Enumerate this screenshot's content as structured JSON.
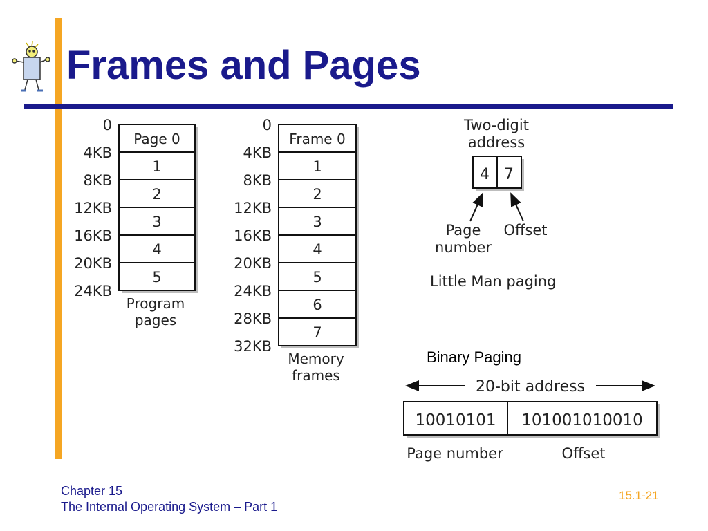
{
  "slide": {
    "title": "Frames and Pages",
    "footer_chapter": "Chapter 15",
    "footer_subtitle": "The Internal Operating System – Part 1",
    "slide_number": "15.1-21",
    "accent_color": "#f5a623",
    "title_color": "#1a1a8c",
    "mascot_icon": "little-man-mascot-icon"
  },
  "program_pages": {
    "addresses": [
      "0",
      "4KB",
      "8KB",
      "12KB",
      "16KB",
      "20KB",
      "24KB"
    ],
    "cells": [
      "Page 0",
      "1",
      "2",
      "3",
      "4",
      "5"
    ],
    "caption_line1": "Program",
    "caption_line2": "pages"
  },
  "memory_frames": {
    "addresses": [
      "0",
      "4KB",
      "8KB",
      "12KB",
      "16KB",
      "20KB",
      "24KB",
      "28KB",
      "32KB"
    ],
    "cells": [
      "Frame 0",
      "1",
      "2",
      "3",
      "4",
      "5",
      "6",
      "7"
    ],
    "caption_line1": "Memory",
    "caption_line2": "frames"
  },
  "little_man": {
    "header_line1": "Two-digit",
    "header_line2": "address",
    "digits": [
      "4",
      "7"
    ],
    "label_page_line1": "Page",
    "label_page_line2": "number",
    "label_offset": "Offset",
    "caption": "Little Man paging"
  },
  "binary_paging": {
    "caption": "Binary Paging",
    "address_label": "20-bit address",
    "page_bits": "10010101",
    "offset_bits": "101001010010",
    "page_label": "Page number",
    "offset_label": "Offset"
  }
}
